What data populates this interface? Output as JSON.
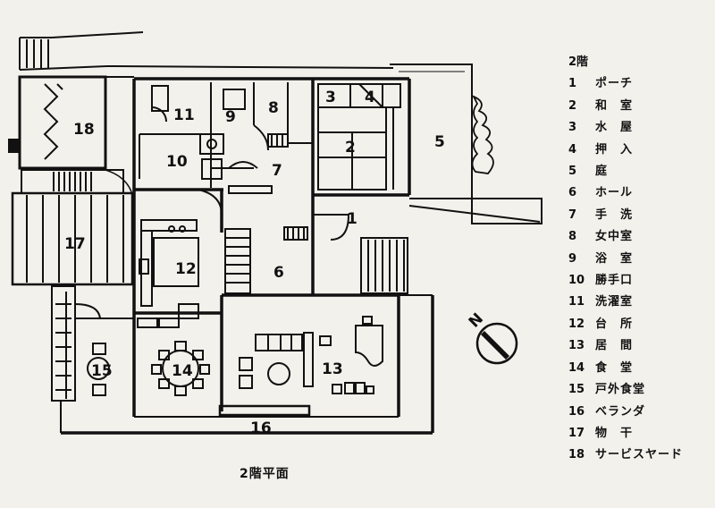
{
  "floor_title": "2階",
  "caption": "2階平面",
  "compass_label": "N",
  "legend": [
    {
      "num": "1",
      "label": "ポーチ"
    },
    {
      "num": "2",
      "label": "和　室"
    },
    {
      "num": "3",
      "label": "水　屋"
    },
    {
      "num": "4",
      "label": "押　入"
    },
    {
      "num": "5",
      "label": "庭"
    },
    {
      "num": "6",
      "label": "ホール"
    },
    {
      "num": "7",
      "label": "手　洗"
    },
    {
      "num": "8",
      "label": "女中室"
    },
    {
      "num": "9",
      "label": "浴　室"
    },
    {
      "num": "10",
      "label": "勝手口"
    },
    {
      "num": "11",
      "label": "洗濯室"
    },
    {
      "num": "12",
      "label": "台　所"
    },
    {
      "num": "13",
      "label": "居　間"
    },
    {
      "num": "14",
      "label": "食　堂"
    },
    {
      "num": "15",
      "label": "戸外食堂"
    },
    {
      "num": "16",
      "label": "ベランダ"
    },
    {
      "num": "17",
      "label": "物　干"
    },
    {
      "num": "18",
      "label": "サービスヤード"
    }
  ],
  "room_numbers": [
    "1",
    "2",
    "3",
    "4",
    "5",
    "6",
    "7",
    "8",
    "9",
    "10",
    "11",
    "12",
    "13",
    "14",
    "15",
    "16",
    "17",
    "18"
  ]
}
